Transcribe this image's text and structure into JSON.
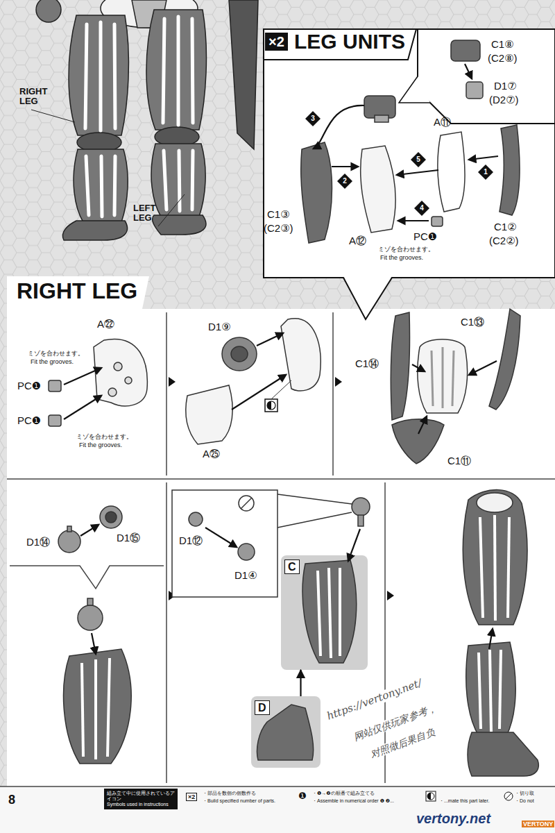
{
  "diagram": {
    "nodes": [
      {
        "text": [
          "LEG UNITS"
        ]
      },
      {
        "text": [
          "×2"
        ],
        "in": 0
      },
      {
        "text": [
          "RIGHT LEG"
        ]
      },
      {
        "text": [
          "C"
        ],
        "in": 2
      },
      {
        "text": [
          "D"
        ],
        "in": 2
      },
      {
        "text": [
          "組み立て中に使用されているアイコン",
          "Symbols used in instructions"
        ]
      }
    ],
    "edges": [
      {
        "from": 4,
        "to": 3,
        "arrow": "to"
      }
    ],
    "labels": [
      "RIGHT LEG",
      "LEFT LEG",
      "C1⑧",
      "(C2⑧)",
      "D1⑦",
      "(D2⑦)",
      "A⑪",
      "C1③",
      "(C2③)",
      "A⑫",
      "PC❶",
      "C1②",
      "(C2②)",
      "1",
      "2",
      "3",
      "4",
      "5",
      "ミゾを合わせます。",
      "Fit the grooves.",
      "A㉒",
      "PC❶",
      "PC❶",
      "ミゾを合わせます。",
      "Fit the grooves.",
      "ミゾを合わせます。",
      "Fit the grooves.",
      "D1⑨",
      "A㉕",
      "C1⑭",
      "C1⑬",
      "C1⑪",
      "D1⑭",
      "D1⑮",
      "D1⑫",
      "D1④",
      "8",
      "×2",
      "・部品を数個の個数作る",
      "・Build specified number of parts.",
      "❶",
      "・❶→❷の順番で組み立てる",
      "・Assemble in numerical order ❶ ❷...",
      "・...mate this part later.",
      "・切り取",
      "・Do not",
      "https://vertony.net/",
      "网站仅供玩家参考，",
      "对照做后果自负",
      "vertony.net",
      "VERTONY"
    ]
  }
}
